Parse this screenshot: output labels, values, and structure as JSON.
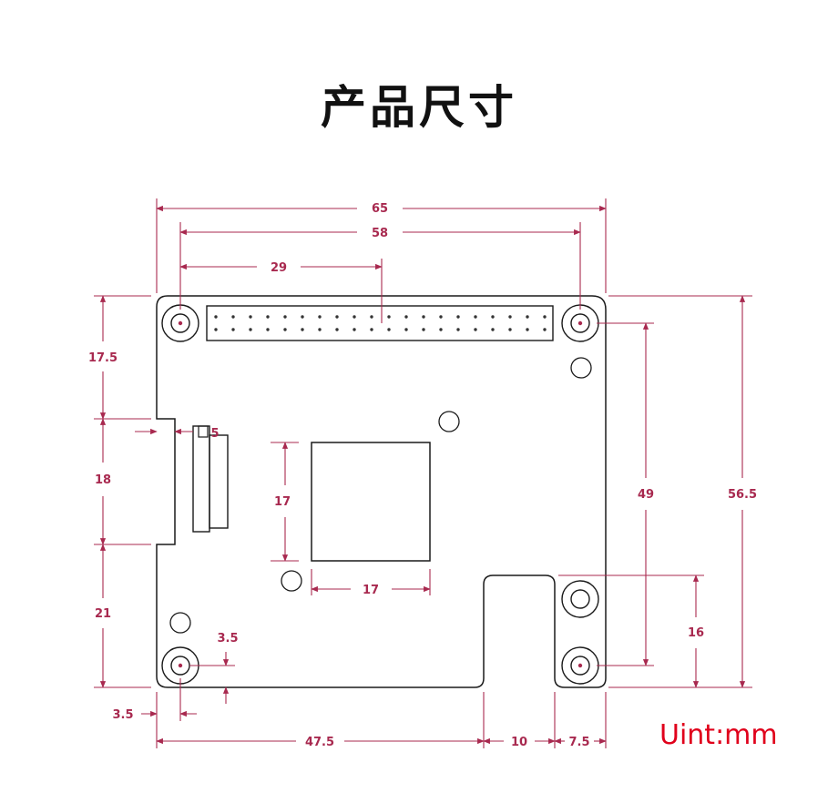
{
  "title": "产品尺寸",
  "unit_note": "Uint:mm",
  "colors": {
    "dimension": "#a8294f",
    "outline": "#1a1a1a",
    "unit_note": "#e0001b"
  },
  "dimensions": {
    "overall_width": "65",
    "hole_spacing_x": "58",
    "header_center": "29",
    "left_top": "17.5",
    "left_mid": "18",
    "left_bottom": "21",
    "notch_small": "5",
    "chip_height": "17",
    "chip_width": "17",
    "right_hole_spacing": "49",
    "overall_height": "56.5",
    "notch_right": "16",
    "hole_offset_y": "3.5",
    "hole_offset_x": "3.5",
    "bottom_left": "47.5",
    "bottom_notch": "10",
    "bottom_right": "7.5"
  }
}
